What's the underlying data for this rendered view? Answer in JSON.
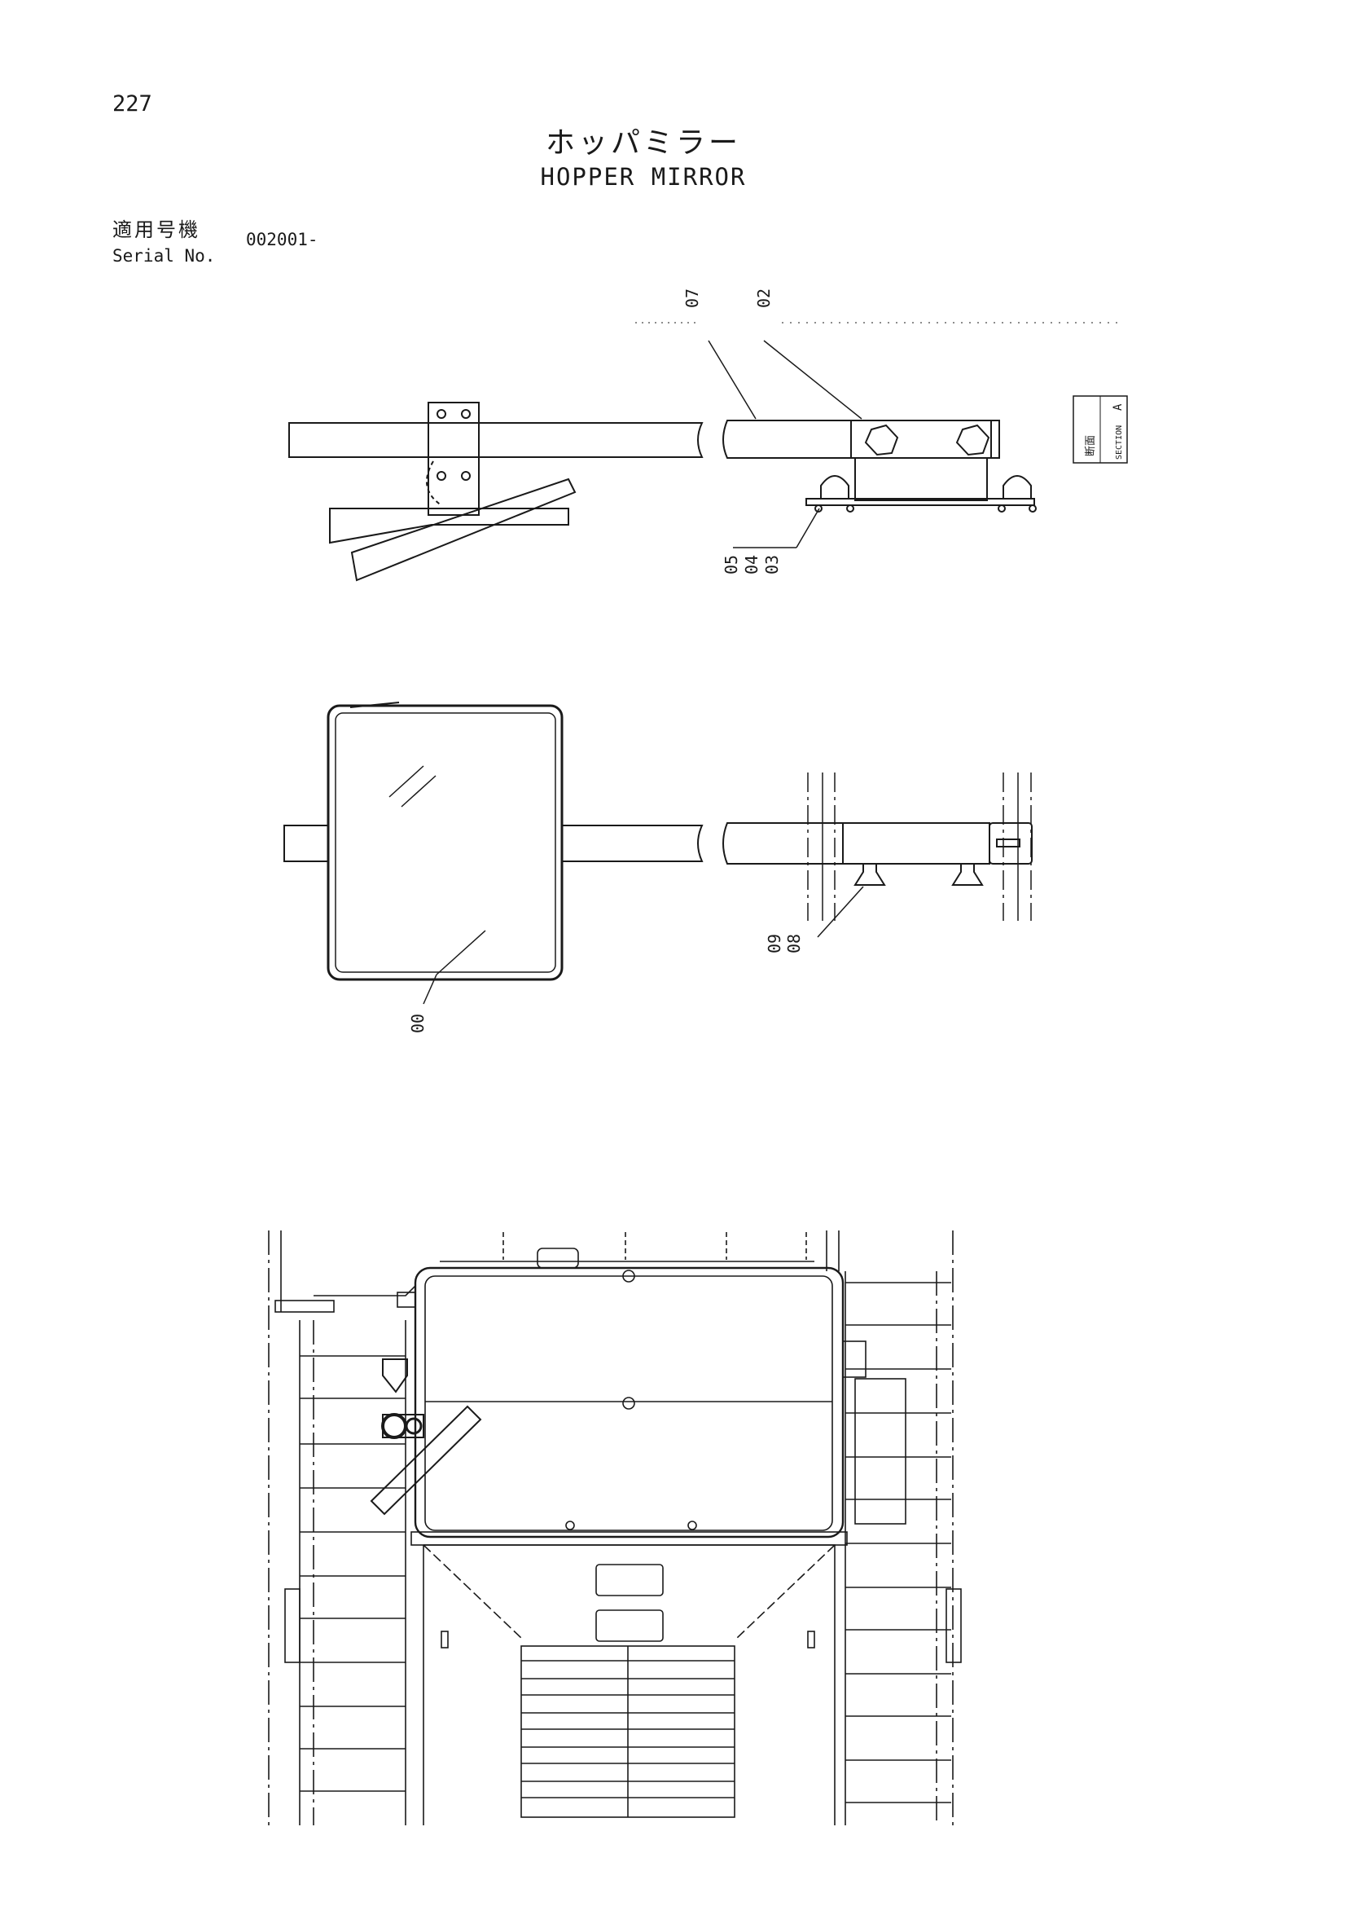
{
  "page": {
    "number": "227"
  },
  "title": {
    "japanese": "ホッパミラー",
    "english": "HOPPER MIRROR"
  },
  "serial": {
    "label_jp": "適用号機",
    "label_en": "Serial No.",
    "value": "002001-"
  },
  "section_tag": {
    "letter": "A",
    "jp": "断面",
    "en": "SECTION"
  },
  "callouts": {
    "c07": "07",
    "c02": "02",
    "c05": "05",
    "c04": "04",
    "c03": "03",
    "c09": "09",
    "c08": "08",
    "c00": "00"
  },
  "colors": {
    "ink": "#1a1a1a",
    "paper": "#ffffff"
  }
}
